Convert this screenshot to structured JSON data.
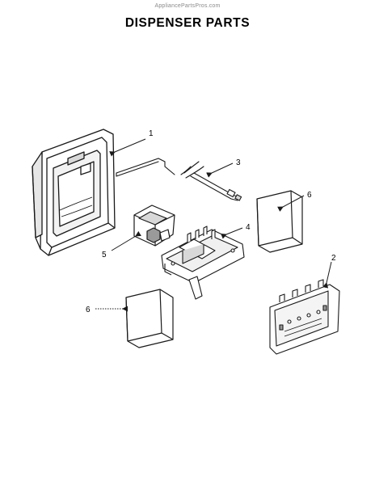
{
  "watermark": "AppliancePartsPros.com",
  "title": "DISPENSER PARTS",
  "callouts": [
    {
      "id": "1",
      "label": "1"
    },
    {
      "id": "3",
      "label": "3"
    },
    {
      "id": "6a",
      "label": "6"
    },
    {
      "id": "4",
      "label": "4"
    },
    {
      "id": "5",
      "label": "5"
    },
    {
      "id": "2",
      "label": "2"
    },
    {
      "id": "6b",
      "label": "6"
    }
  ],
  "colors": {
    "line": "#1a1a1a",
    "shade": "#d8d8d8",
    "dark": "#9a9a9a"
  }
}
